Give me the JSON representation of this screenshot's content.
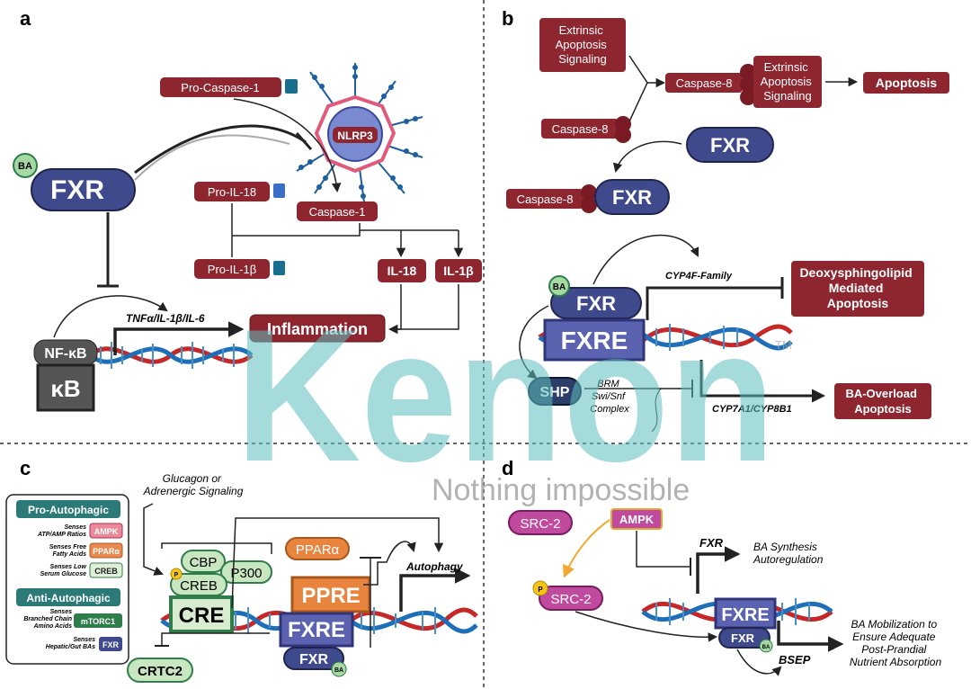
{
  "panels": {
    "a": "a",
    "b": "b",
    "c": "c",
    "d": "d"
  },
  "colors": {
    "red": "#8e2630",
    "fxr": "#3f4a8c",
    "green": "#2e7d4a",
    "orange": "#d9782f",
    "teal": "#2b7a78",
    "magenta": "#b0308a",
    "watermark": "#5fbfbf"
  },
  "panel_a": {
    "ba": "BA",
    "fxr": "FXR",
    "pro_caspase1": "Pro-Caspase-1",
    "nlrp3": "NLRP3",
    "pro_il18": "Pro-IL-18",
    "caspase1": "Caspase-1",
    "pro_il1b": "Pro-IL-1β",
    "il18": "IL-18",
    "il1b": "IL-1β",
    "nfkb": "NF-κB",
    "kb": "κB",
    "cytokines": "TNFα/IL-1β/IL-6",
    "inflammation": "Inflammation"
  },
  "panel_b": {
    "extrinsic1": [
      "Extrinsic",
      "Apoptosis",
      "Signaling"
    ],
    "caspase8_left": "Caspase-8",
    "caspase8_mid": "Caspase-8",
    "extrinsic2": [
      "Extrinsic",
      "Apoptosis",
      "Signaling"
    ],
    "apoptosis": "Apoptosis",
    "fxr": "FXR",
    "caspase8_bottom": "Caspase-8",
    "fxr_bottom": "FXR",
    "ba": "BA",
    "fxr2": "FXR",
    "fxre": "FXRE",
    "cyp4f": "CYP4F-Family",
    "deoxy": [
      "Deoxysphingolipid",
      "Mediated",
      "Apoptosis"
    ],
    "shp": "SHP",
    "brm": [
      "BRM",
      "Swi/Snf",
      "Complex"
    ],
    "cyp7a1": "CYP7A1/CYP8B1",
    "ba_overload": [
      "BA-Overload",
      "Apoptosis"
    ]
  },
  "panel_c": {
    "glucagon": [
      "Glucagon or",
      "Adrenergic Signaling"
    ],
    "legend": {
      "pro": "Pro-Autophagic",
      "anti": "Anti-Autophagic",
      "rows": [
        {
          "desc": [
            "Senses",
            "ATP/AMP Ratios"
          ],
          "tag": "AMPK"
        },
        {
          "desc": [
            "Senses Free",
            "Fatty Acids"
          ],
          "tag": "PPARα"
        },
        {
          "desc": [
            "Senses Low",
            "Serum Glucose"
          ],
          "tag": "CREB"
        },
        {
          "desc": [
            "Senses",
            "Branched Chain",
            "Amino Acids"
          ],
          "tag": "mTORC1"
        },
        {
          "desc": [
            "Senses",
            "Hepatic/Gut BAs"
          ],
          "tag": "FXR"
        }
      ]
    },
    "cbp": "CBP",
    "p300": "P300",
    "creb": "CREB",
    "p": "P",
    "cre": "CRE",
    "ppara": "PPARα",
    "ppre": "PPRE",
    "fxre": "FXRE",
    "fxr": "FXR",
    "ba": "BA",
    "autophagy": "Autophagy",
    "crtc2": "CRTC2"
  },
  "panel_d": {
    "src2": "SRC-2",
    "ampk": "AMPK",
    "p": "P",
    "src2p": "SRC-2",
    "fxr_gene": "FXR",
    "ba_synth": [
      "BA Synthesis",
      "Autoregulation"
    ],
    "fxre": "FXRE",
    "fxr": "FXR",
    "ba": "BA",
    "bsep": "BSEP",
    "ba_mob": [
      "BA Mobilization to",
      "Ensure Adequate",
      "Post-Prandial",
      "Nutrient Absorption"
    ]
  },
  "watermark": {
    "brand": "Kenon",
    "tagline": "Nothing impossible",
    "tm": "TM"
  }
}
